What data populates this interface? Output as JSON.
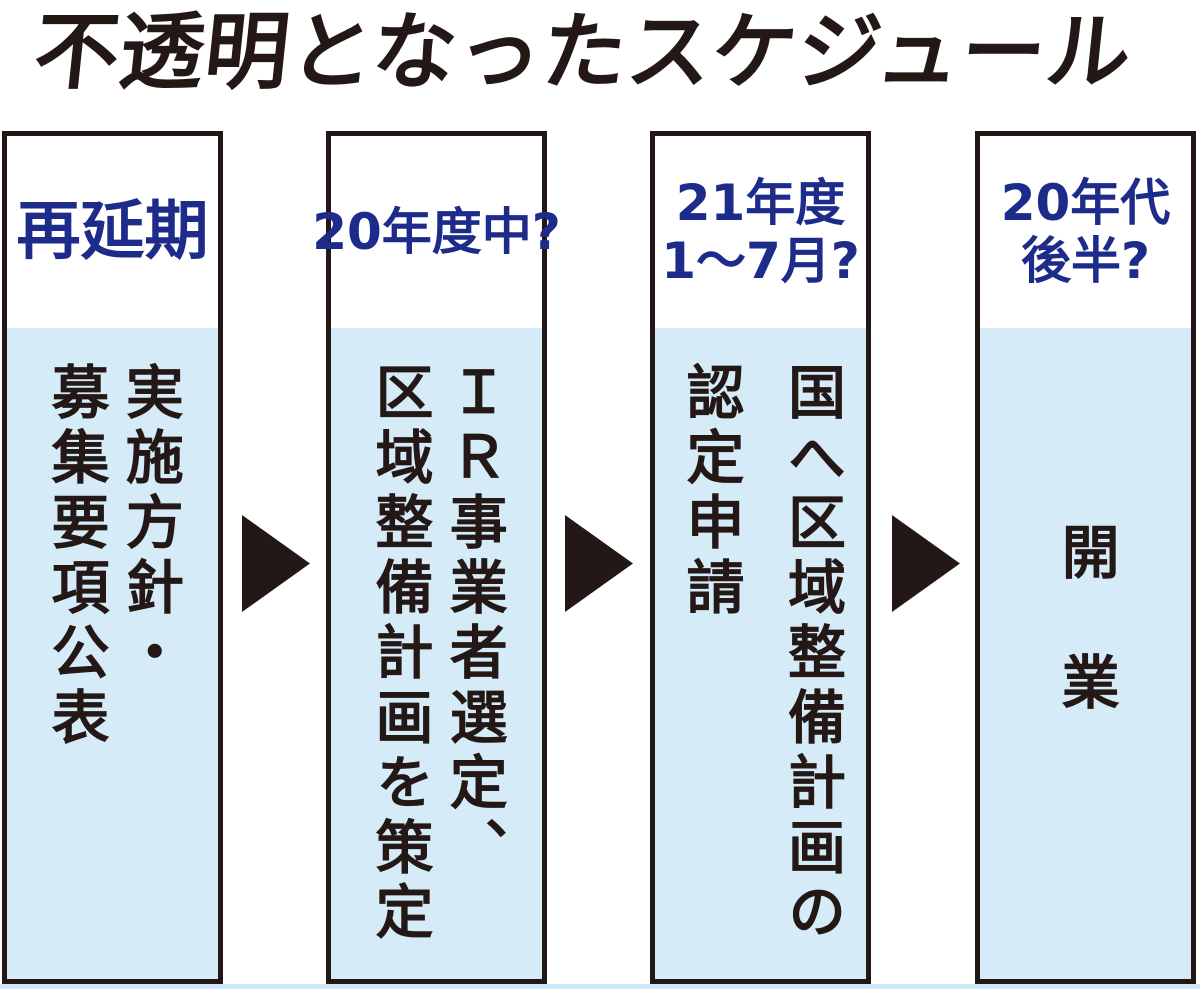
{
  "title": "不透明となったスケジュール",
  "colors": {
    "title_text": "#231815",
    "status_text": "#1d2b8a",
    "body_text": "#231815",
    "box_border": "#231815",
    "box_fill_light_blue": "#d6ebf8",
    "arrow": "#231815",
    "background": "#ffffff",
    "bottom_strip": "#cfe8f7"
  },
  "arrow_icon": "right-pointing-triangle",
  "steps": [
    {
      "status": "再延期",
      "status_lines": [
        "再延期"
      ],
      "body": "実施方針・募集要項公表",
      "body_lines": [
        "実施方針・",
        "募集要項公表"
      ]
    },
    {
      "status": "20年度中?",
      "status_lines": [
        "20年度中?"
      ],
      "body": "ＩＲ事業者選定、区域整備計画を策定",
      "body_lines": [
        "ＩＲ事業者選定、",
        "区域整備計画を策定"
      ]
    },
    {
      "status": "21年度1〜7月?",
      "status_lines": [
        "21年度",
        "1〜7月?"
      ],
      "body": "国へ区域整備計画の認定申請",
      "body_lines": [
        "国へ区域整備計画の",
        "認定申請"
      ]
    },
    {
      "status": "20年代後半?",
      "status_lines": [
        "20年代",
        "後半?"
      ],
      "body": "開　業",
      "body_lines": [
        "開　業"
      ]
    }
  ]
}
